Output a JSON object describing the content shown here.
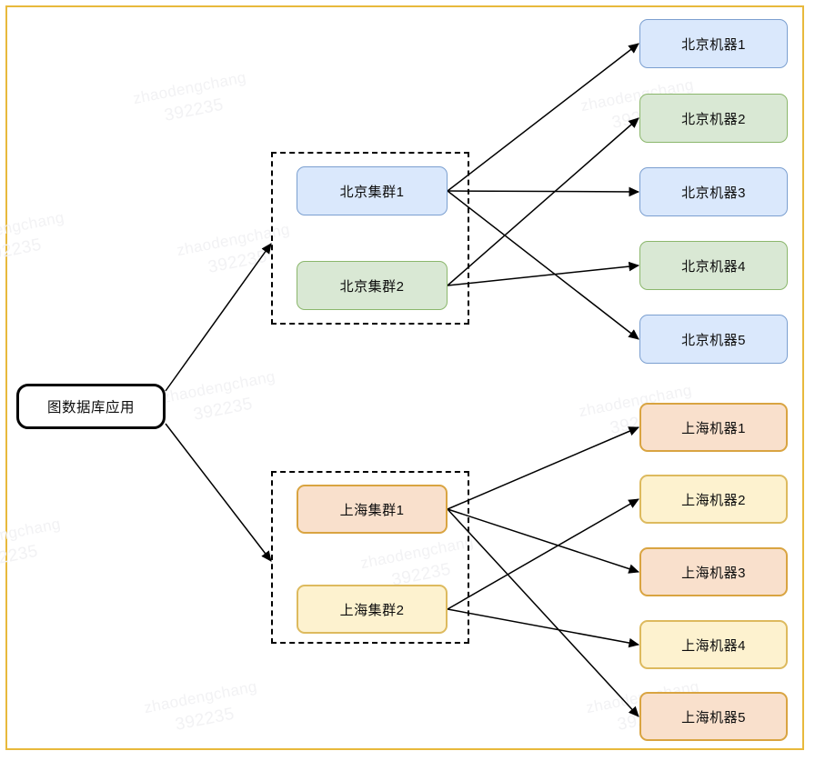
{
  "diagram": {
    "title_node": {
      "label": "图数据库应用",
      "style": "root"
    },
    "watermark": {
      "text": "zhaodengchang",
      "number": "392235"
    },
    "frame_color": "#e8b93c",
    "palette": {
      "blue_fill": "#dae8fc",
      "blue_stroke": "#7b9fd0",
      "green_fill": "#d9e8d4",
      "green_stroke": "#8bb76c",
      "peach_fill": "#f9e0cc",
      "peach_stroke": "#d9a441",
      "yellow_fill": "#fdf2cf",
      "yellow_stroke": "#ddba5e",
      "edge_stroke": "#000000"
    },
    "groups": [
      {
        "name": "beijing-cluster-group",
        "label": ""
      },
      {
        "name": "shanghai-cluster-group",
        "label": ""
      }
    ],
    "clusters": [
      {
        "label": "北京集群1",
        "style": "blue",
        "group": "beijing"
      },
      {
        "label": "北京集群2",
        "style": "green",
        "group": "beijing"
      },
      {
        "label": "上海集群1",
        "style": "peach",
        "group": "shanghai"
      },
      {
        "label": "上海集群2",
        "style": "yellow",
        "group": "shanghai"
      }
    ],
    "machines": [
      {
        "label": "北京机器1",
        "style": "blue"
      },
      {
        "label": "北京机器2",
        "style": "green"
      },
      {
        "label": "北京机器3",
        "style": "blue"
      },
      {
        "label": "北京机器4",
        "style": "green"
      },
      {
        "label": "北京机器5",
        "style": "blue"
      },
      {
        "label": "上海机器1",
        "style": "peach"
      },
      {
        "label": "上海机器2",
        "style": "yellow"
      },
      {
        "label": "上海机器3",
        "style": "peach"
      },
      {
        "label": "上海机器4",
        "style": "yellow"
      },
      {
        "label": "上海机器5",
        "style": "peach"
      }
    ],
    "edges": [
      {
        "from": "图数据库应用",
        "to": "北京集群组"
      },
      {
        "from": "图数据库应用",
        "to": "上海集群组"
      },
      {
        "from": "北京集群1",
        "to": "北京机器1"
      },
      {
        "from": "北京集群1",
        "to": "北京机器3"
      },
      {
        "from": "北京集群1",
        "to": "北京机器5"
      },
      {
        "from": "北京集群2",
        "to": "北京机器2"
      },
      {
        "from": "北京集群2",
        "to": "北京机器4"
      },
      {
        "from": "上海集群1",
        "to": "上海机器1"
      },
      {
        "from": "上海集群1",
        "to": "上海机器3"
      },
      {
        "from": "上海集群1",
        "to": "上海机器5"
      },
      {
        "from": "上海集群2",
        "to": "上海机器2"
      },
      {
        "from": "上海集群2",
        "to": "上海机器4"
      }
    ]
  }
}
